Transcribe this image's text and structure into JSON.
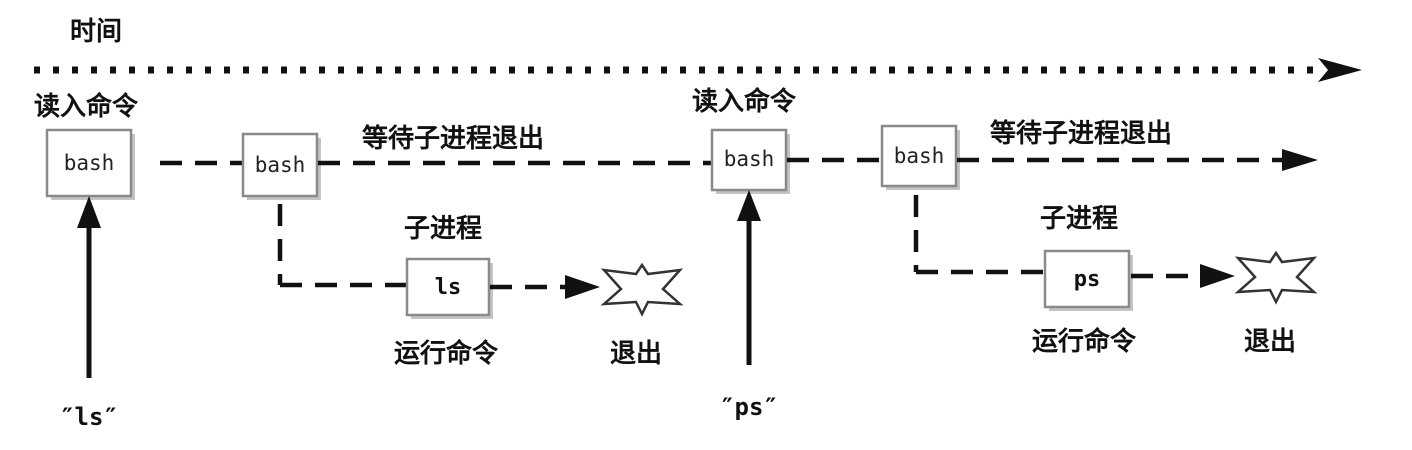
{
  "time_axis": {
    "label": "时间"
  },
  "cycles": [
    {
      "read_label": "读入命令",
      "shell_box": "bash",
      "wait_shell_box": "bash",
      "wait_label": "等待子进程退出",
      "child_label": "子进程",
      "command_box": "ls",
      "run_label": "运行命令",
      "exit_label": "退出",
      "input_text": "″ls″"
    },
    {
      "read_label": "读入命令",
      "shell_box": "bash",
      "wait_shell_box": "bash",
      "wait_label": "等待子进程退出",
      "child_label": "子进程",
      "command_box": "ps",
      "run_label": "运行命令",
      "exit_label": "退出",
      "input_text": "″ps″"
    }
  ]
}
